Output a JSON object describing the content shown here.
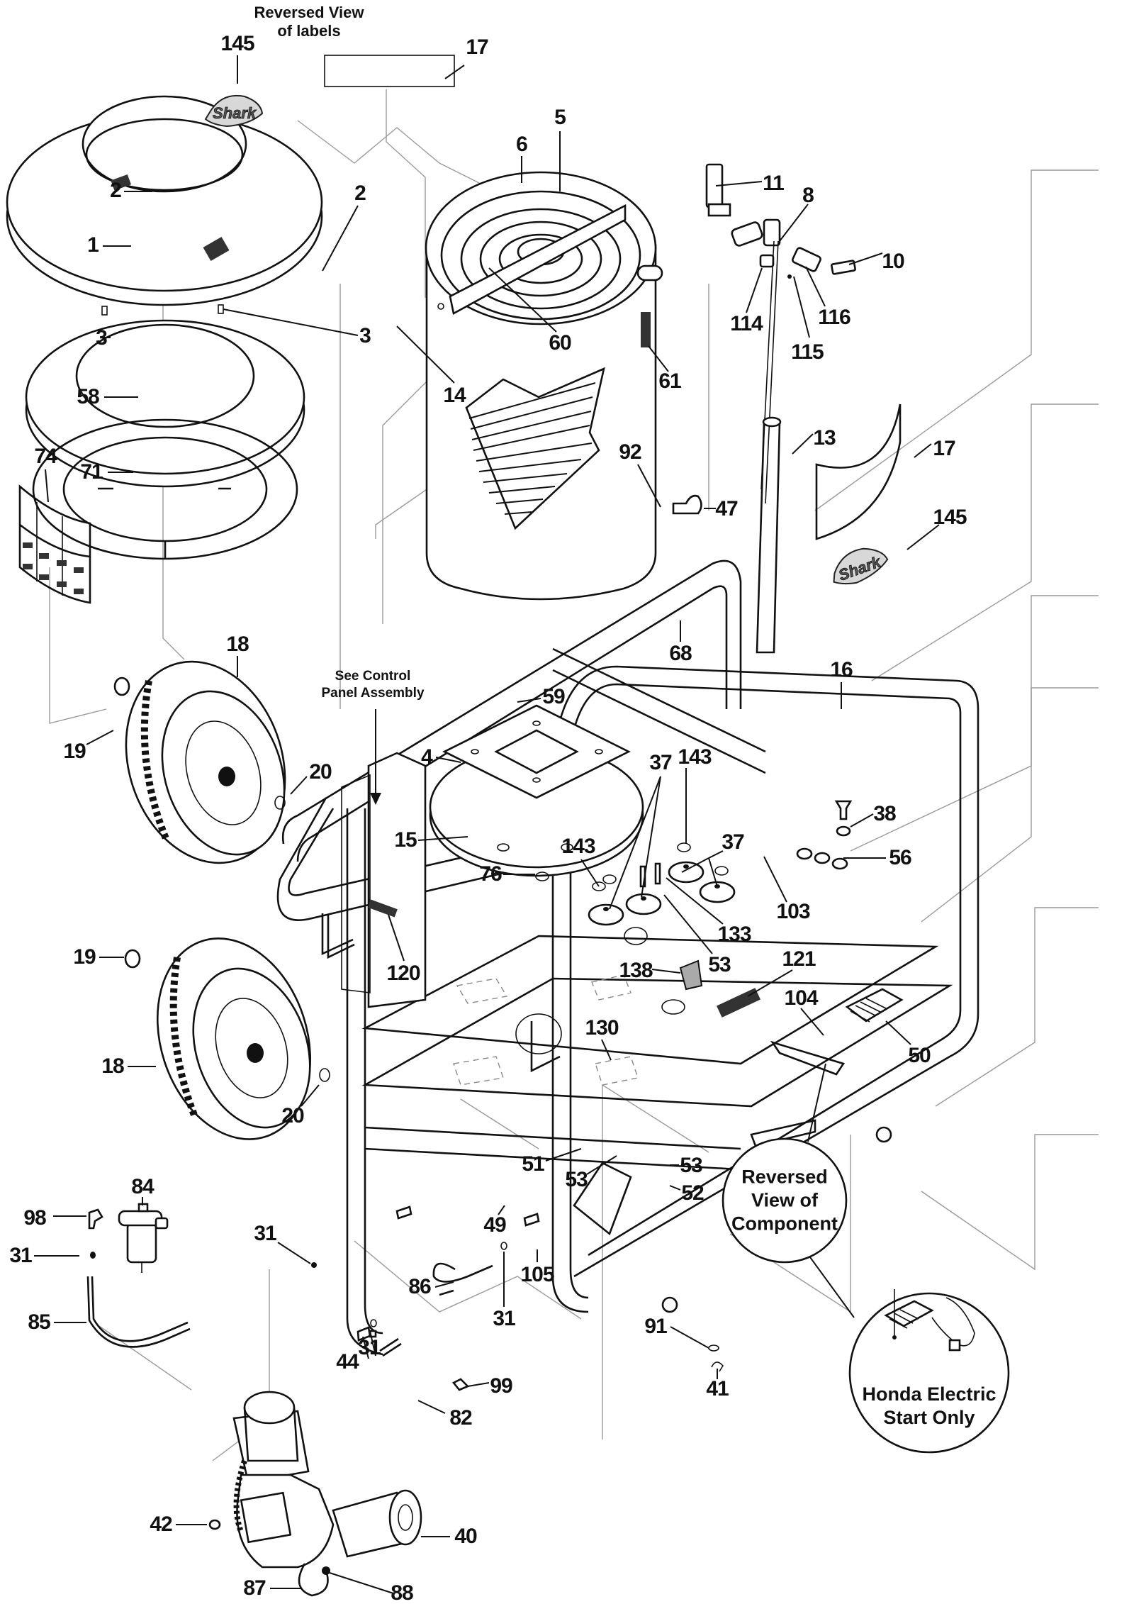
{
  "diagram": {
    "type": "exploded-parts-diagram",
    "subject": "Hot water pressure washer frame, coil and burner assembly",
    "notes": {
      "reversed_labels": "Reversed View\nof labels",
      "control_panel": "See Control\nPanel Assembly",
      "reversed_component": "Reversed\nView of\nComponent",
      "honda": "Honda Electric\nStart Only"
    },
    "callouts": [
      {
        "id": "c145a",
        "label": "145",
        "part": "Shark decal (reversed view)"
      },
      {
        "id": "c17a",
        "label": "17",
        "part": "label (reversed view)"
      },
      {
        "id": "c5",
        "label": "5",
        "part": "coil"
      },
      {
        "id": "c6",
        "label": "6",
        "part": "coil wrapper"
      },
      {
        "id": "c2a",
        "label": "2",
        "part": "decal on cover"
      },
      {
        "id": "c2b",
        "label": "2",
        "part": "decal on cover"
      },
      {
        "id": "c1",
        "label": "1",
        "part": "top cover"
      },
      {
        "id": "c11",
        "label": "11",
        "part": "fitting"
      },
      {
        "id": "c8",
        "label": "8",
        "part": "tee fitting"
      },
      {
        "id": "c10",
        "label": "10",
        "part": "nipple"
      },
      {
        "id": "c116",
        "label": "116",
        "part": "elbow"
      },
      {
        "id": "c114",
        "label": "114",
        "part": "plug"
      },
      {
        "id": "c115",
        "label": "115",
        "part": "fitting"
      },
      {
        "id": "c3a",
        "label": "3",
        "part": "clip"
      },
      {
        "id": "c3b",
        "label": "3",
        "part": "clip"
      },
      {
        "id": "c60",
        "label": "60",
        "part": "nut"
      },
      {
        "id": "c61",
        "label": "61",
        "part": "label"
      },
      {
        "id": "c14",
        "label": "14",
        "part": "screw"
      },
      {
        "id": "c58",
        "label": "58",
        "part": "insulation ring"
      },
      {
        "id": "c13",
        "label": "13",
        "part": "hose"
      },
      {
        "id": "c17b",
        "label": "17",
        "part": "label"
      },
      {
        "id": "c74",
        "label": "74",
        "part": "instruction decal"
      },
      {
        "id": "c71",
        "label": "71",
        "part": "gasket ring"
      },
      {
        "id": "c92",
        "label": "92",
        "part": "fitting"
      },
      {
        "id": "c47",
        "label": "47",
        "part": "cap"
      },
      {
        "id": "c145b",
        "label": "145",
        "part": "Shark decal"
      },
      {
        "id": "c68",
        "label": "68",
        "part": "nut"
      },
      {
        "id": "c18a",
        "label": "18",
        "part": "wheel"
      },
      {
        "id": "c16",
        "label": "16",
        "part": "frame"
      },
      {
        "id": "c59",
        "label": "59",
        "part": "bolt"
      },
      {
        "id": "c19a",
        "label": "19",
        "part": "nut"
      },
      {
        "id": "c4",
        "label": "4",
        "part": "plate"
      },
      {
        "id": "c20a",
        "label": "20",
        "part": "washer"
      },
      {
        "id": "c37a",
        "label": "37",
        "part": "isolator mount"
      },
      {
        "id": "c143a",
        "label": "143",
        "part": "washer"
      },
      {
        "id": "c38",
        "label": "38",
        "part": "grommet"
      },
      {
        "id": "c15",
        "label": "15",
        "part": "burner base"
      },
      {
        "id": "c37b",
        "label": "37",
        "part": "isolator mount"
      },
      {
        "id": "c143b",
        "label": "143",
        "part": "washer"
      },
      {
        "id": "c56",
        "label": "56",
        "part": "terminal strip"
      },
      {
        "id": "c76",
        "label": "76",
        "part": "grommet"
      },
      {
        "id": "c103",
        "label": "103",
        "part": "screw"
      },
      {
        "id": "c133",
        "label": "133",
        "part": "bolt"
      },
      {
        "id": "c19b",
        "label": "19",
        "part": "nut"
      },
      {
        "id": "c53a",
        "label": "53",
        "part": "nut"
      },
      {
        "id": "c121",
        "label": "121",
        "part": "label"
      },
      {
        "id": "c120",
        "label": "120",
        "part": "label"
      },
      {
        "id": "c138",
        "label": "138",
        "part": "bracket"
      },
      {
        "id": "c104",
        "label": "104",
        "part": "screw"
      },
      {
        "id": "c130",
        "label": "130",
        "part": "bracket"
      },
      {
        "id": "c18b",
        "label": "18",
        "part": "wheel"
      },
      {
        "id": "c50",
        "label": "50",
        "part": "rectifier"
      },
      {
        "id": "c20b",
        "label": "20",
        "part": "washer"
      },
      {
        "id": "c51",
        "label": "51",
        "part": "bolt"
      },
      {
        "id": "c53b",
        "label": "53",
        "part": "nut"
      },
      {
        "id": "c53c",
        "label": "53",
        "part": "nut"
      },
      {
        "id": "c52",
        "label": "52",
        "part": "washer"
      },
      {
        "id": "c84",
        "label": "84",
        "part": "fuel filter"
      },
      {
        "id": "c98",
        "label": "98",
        "part": "elbow fitting"
      },
      {
        "id": "c49",
        "label": "49",
        "part": "nut"
      },
      {
        "id": "c31a",
        "label": "31",
        "part": "clamp"
      },
      {
        "id": "c31b",
        "label": "31",
        "part": "clamp"
      },
      {
        "id": "c105",
        "label": "105",
        "part": "connector"
      },
      {
        "id": "c86",
        "label": "86",
        "part": "fuel hose"
      },
      {
        "id": "c31c",
        "label": "31",
        "part": "clamp"
      },
      {
        "id": "c85",
        "label": "85",
        "part": "fuel hose"
      },
      {
        "id": "c91",
        "label": "91",
        "part": "pin"
      },
      {
        "id": "c31d",
        "label": "31",
        "part": "clamp"
      },
      {
        "id": "c44",
        "label": "44",
        "part": "fitting"
      },
      {
        "id": "c99",
        "label": "99",
        "part": "elbow"
      },
      {
        "id": "c41",
        "label": "41",
        "part": "clip"
      },
      {
        "id": "c82",
        "label": "82",
        "part": "pipe nipple"
      },
      {
        "id": "c42",
        "label": "42",
        "part": "nut"
      },
      {
        "id": "c40",
        "label": "40",
        "part": "burner"
      },
      {
        "id": "c87",
        "label": "87",
        "part": "hose"
      },
      {
        "id": "c88",
        "label": "88",
        "part": "fitting"
      }
    ]
  }
}
